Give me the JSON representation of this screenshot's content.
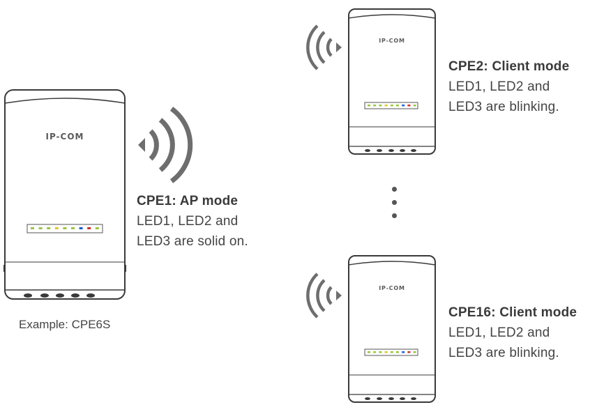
{
  "devices": [
    {
      "id": "cpe1",
      "brand": "IP-COM",
      "title": "CPE1: AP mode",
      "status_lines": [
        "LED1, LED2 and",
        "LED3 are solid on."
      ]
    },
    {
      "id": "cpe2",
      "brand": "IP-COM",
      "title": "CPE2: Client mode",
      "status_lines": [
        "LED1, LED2 and",
        "LED3 are blinking."
      ]
    },
    {
      "id": "cpe16",
      "brand": "IP-COM",
      "title": "CPE16: Client mode",
      "status_lines": [
        "LED1, LED2 and",
        "LED3 are blinking."
      ]
    }
  ],
  "example_label": "Example: CPE6S",
  "colors": {
    "outline": "#3a3a3a",
    "wave": "#6e6e6e",
    "led_green": "#9bc53d",
    "led_yellow": "#e6c229",
    "led_blue": "#1e5bd6",
    "led_red": "#d42a2a"
  },
  "led_colors": [
    "#9bc53d",
    "#9bc53d",
    "#9bc53d",
    "#e6c229",
    "#9bc53d",
    "#9bc53d",
    "#1e5bd6",
    "#d42a2a",
    "#9bc53d"
  ]
}
